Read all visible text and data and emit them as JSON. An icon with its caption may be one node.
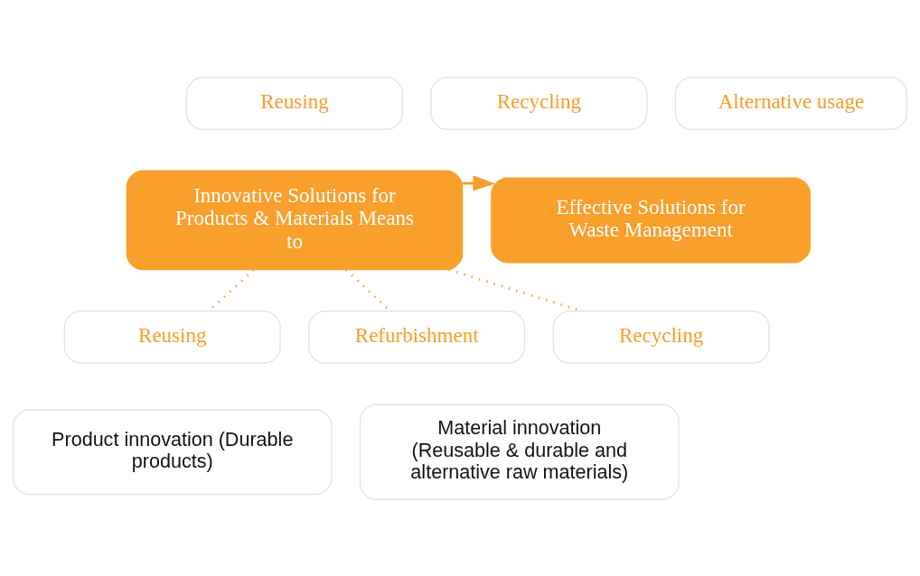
{
  "diagram": {
    "nodes": [
      {
        "text": [
          "Reusing"
        ]
      },
      {
        "text": [
          "Recycling"
        ]
      },
      {
        "text": [
          "Alternative usage"
        ]
      },
      {
        "text": [
          "Innovative Solutions for Products & Materials Means to"
        ]
      },
      {
        "text": [
          "Effective Solutions for Waste Management"
        ]
      },
      {
        "text": [
          "Reusing"
        ]
      },
      {
        "text": [
          "Refurbishment"
        ]
      },
      {
        "text": [
          "Recycling"
        ]
      },
      {
        "text": [
          "Product innovation (Durable products)"
        ]
      },
      {
        "text": [
          "Material innovation (Reusable & durable and alternative raw materials)"
        ]
      }
    ],
    "edges": [
      {
        "from": 3,
        "to": 4,
        "arrow": "to"
      },
      {
        "from": 3,
        "to": 5,
        "arrow": "none",
        "style": "dashed"
      },
      {
        "from": 3,
        "to": 6,
        "arrow": "none",
        "style": "dashed"
      },
      {
        "from": 3,
        "to": 7,
        "arrow": "none",
        "style": "dashed"
      }
    ]
  }
}
